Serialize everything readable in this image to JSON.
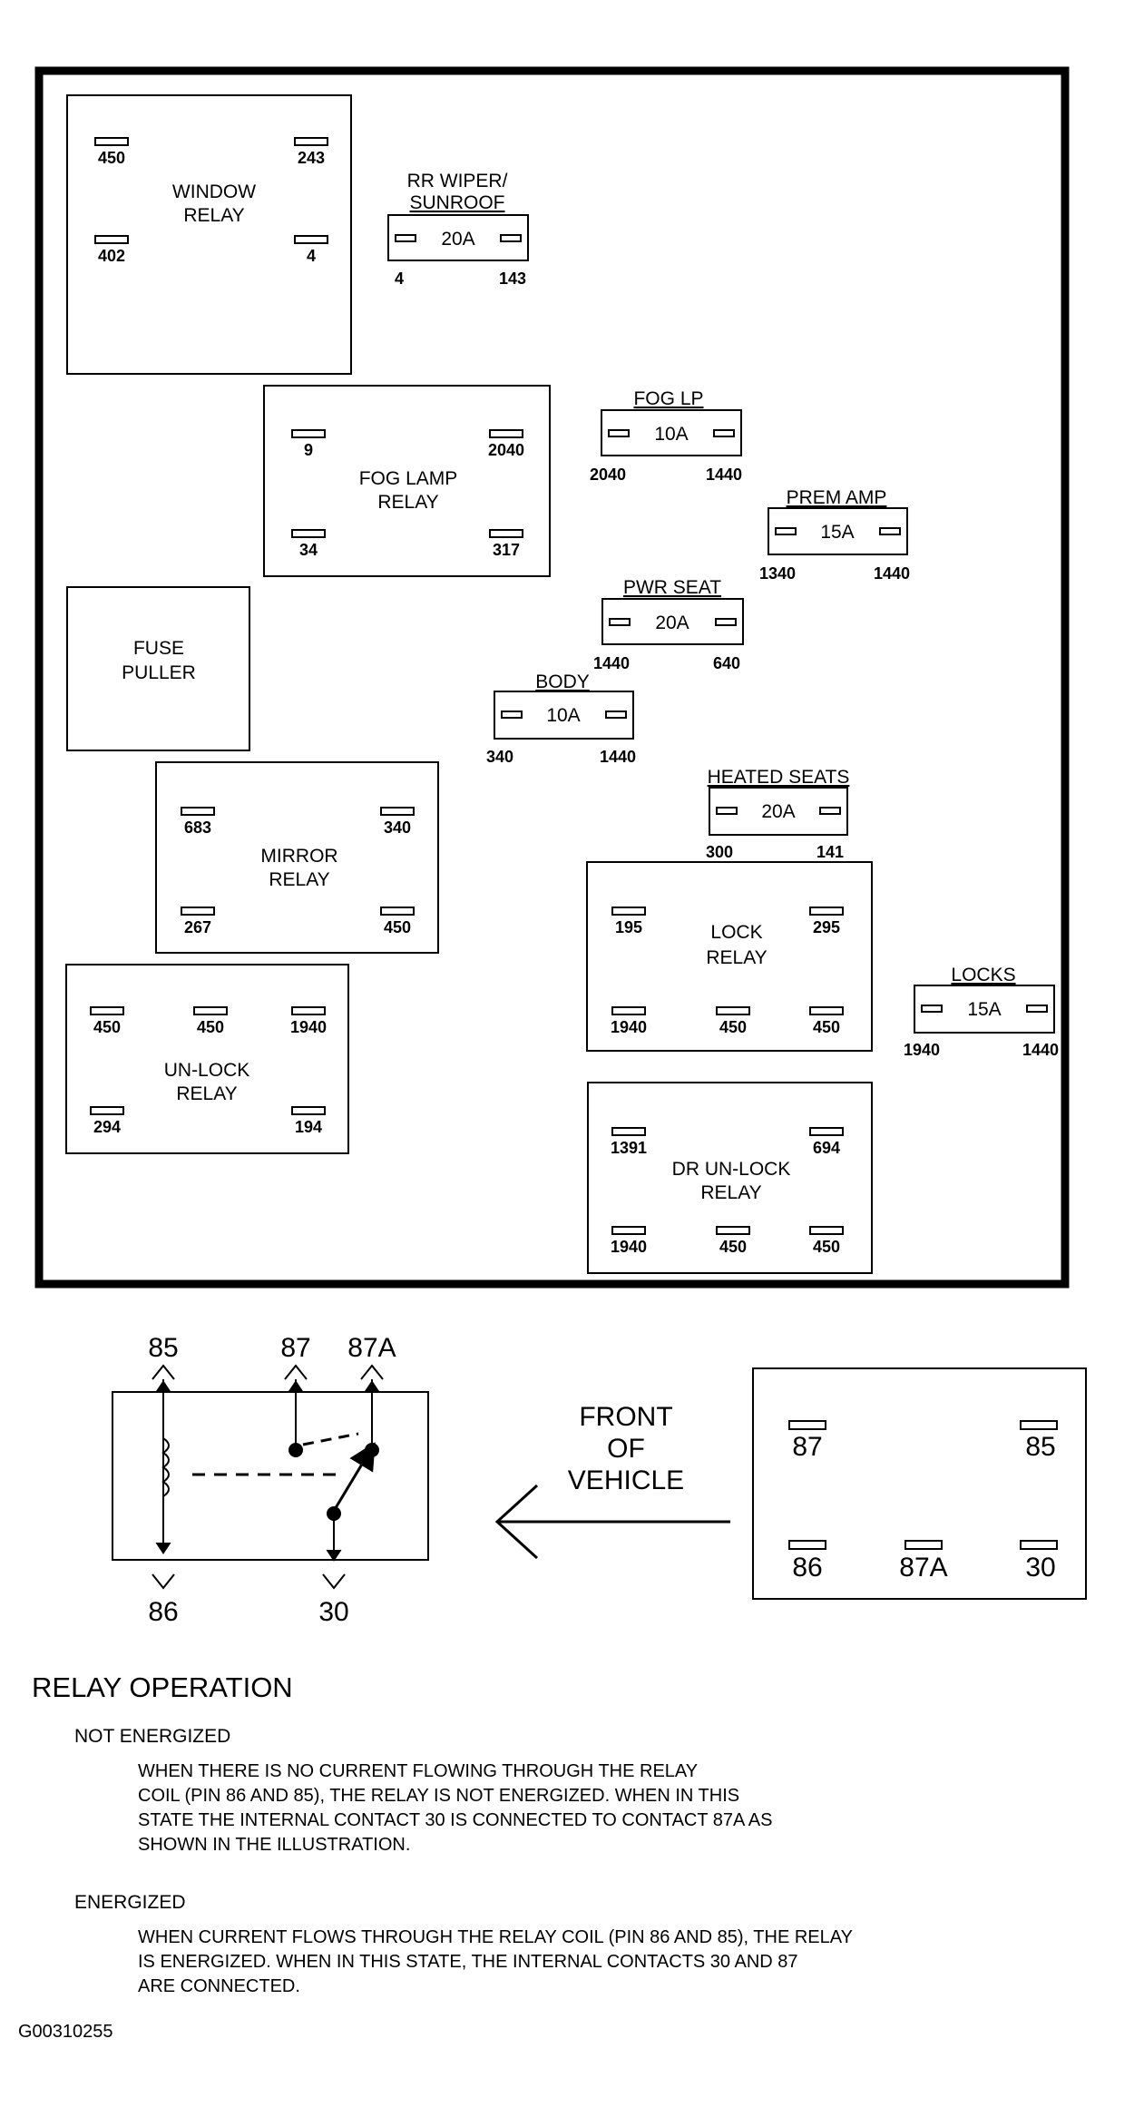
{
  "fuse_block": {
    "relays": {
      "window": {
        "name": [
          "WINDOW",
          "RELAY"
        ],
        "pins": [
          "450",
          "243",
          "402",
          "4"
        ]
      },
      "fog_lamp": {
        "name": [
          "FOG LAMP",
          "RELAY"
        ],
        "pins": [
          "9",
          "2040",
          "34",
          "317"
        ]
      },
      "mirror": {
        "name": [
          "MIRROR",
          "RELAY"
        ],
        "pins": [
          "683",
          "340",
          "267",
          "450"
        ]
      },
      "unlock": {
        "name": [
          "UN-LOCK",
          "RELAY"
        ],
        "pins": [
          "450",
          "450",
          "1940",
          "294",
          "194"
        ]
      },
      "lock": {
        "name": [
          "LOCK",
          "RELAY"
        ],
        "pins": [
          "195",
          "295",
          "1940",
          "450",
          "450"
        ]
      },
      "dr_unlock": {
        "name": [
          "DR UN-LOCK",
          "RELAY"
        ],
        "pins": [
          "1391",
          "694",
          "1940",
          "450",
          "450"
        ]
      }
    },
    "fuse_puller": [
      "FUSE",
      "PULLER"
    ],
    "fuses": {
      "rr_wiper": {
        "name": [
          "RR WIPER/",
          "SUNROOF"
        ],
        "rating": "20A",
        "left": "4",
        "right": "143"
      },
      "fog_lp": {
        "name": [
          "FOG LP"
        ],
        "rating": "10A",
        "left": "2040",
        "right": "1440"
      },
      "prem_amp": {
        "name": [
          "PREM AMP"
        ],
        "rating": "15A",
        "left": "1340",
        "right": "1440"
      },
      "pwr_seat": {
        "name": [
          "PWR SEAT"
        ],
        "rating": "20A",
        "left": "1440",
        "right": "640"
      },
      "body": {
        "name": [
          "BODY"
        ],
        "rating": "10A",
        "left": "340",
        "right": "1440"
      },
      "heated_seats": {
        "name": [
          "HEATED SEATS"
        ],
        "rating": "20A",
        "left": "300",
        "right": "141"
      },
      "locks": {
        "name": [
          "LOCKS"
        ],
        "rating": "15A",
        "left": "1940",
        "right": "1440"
      }
    }
  },
  "relay_schematic": {
    "top_pins": [
      "85",
      "87",
      "87A"
    ],
    "bottom_pins": [
      "86",
      "30"
    ]
  },
  "front_label": [
    "FRONT",
    "OF",
    "VEHICLE"
  ],
  "relay_pinout": [
    "87",
    "85",
    "86",
    "87A",
    "30"
  ],
  "relay_operation": {
    "heading": "RELAY OPERATION",
    "not_energized": {
      "title": "NOT ENERGIZED",
      "lines": [
        "WHEN THERE IS NO CURRENT FLOWING THROUGH THE RELAY",
        "COIL (PIN 86 AND 85), THE RELAY IS NOT ENERGIZED.  WHEN IN THIS",
        "STATE THE INTERNAL CONTACT 30 IS CONNECTED TO CONTACT 87A AS",
        "SHOWN IN THE ILLUSTRATION."
      ]
    },
    "energized": {
      "title": "ENERGIZED",
      "lines": [
        "WHEN CURRENT FLOWS THROUGH THE RELAY COIL (PIN 86 AND 85), THE RELAY",
        "IS ENERGIZED.  WHEN IN THIS STATE, THE INTERNAL CONTACTS 30 AND 87",
        "ARE CONNECTED."
      ]
    }
  },
  "figure_id": "G00310255"
}
